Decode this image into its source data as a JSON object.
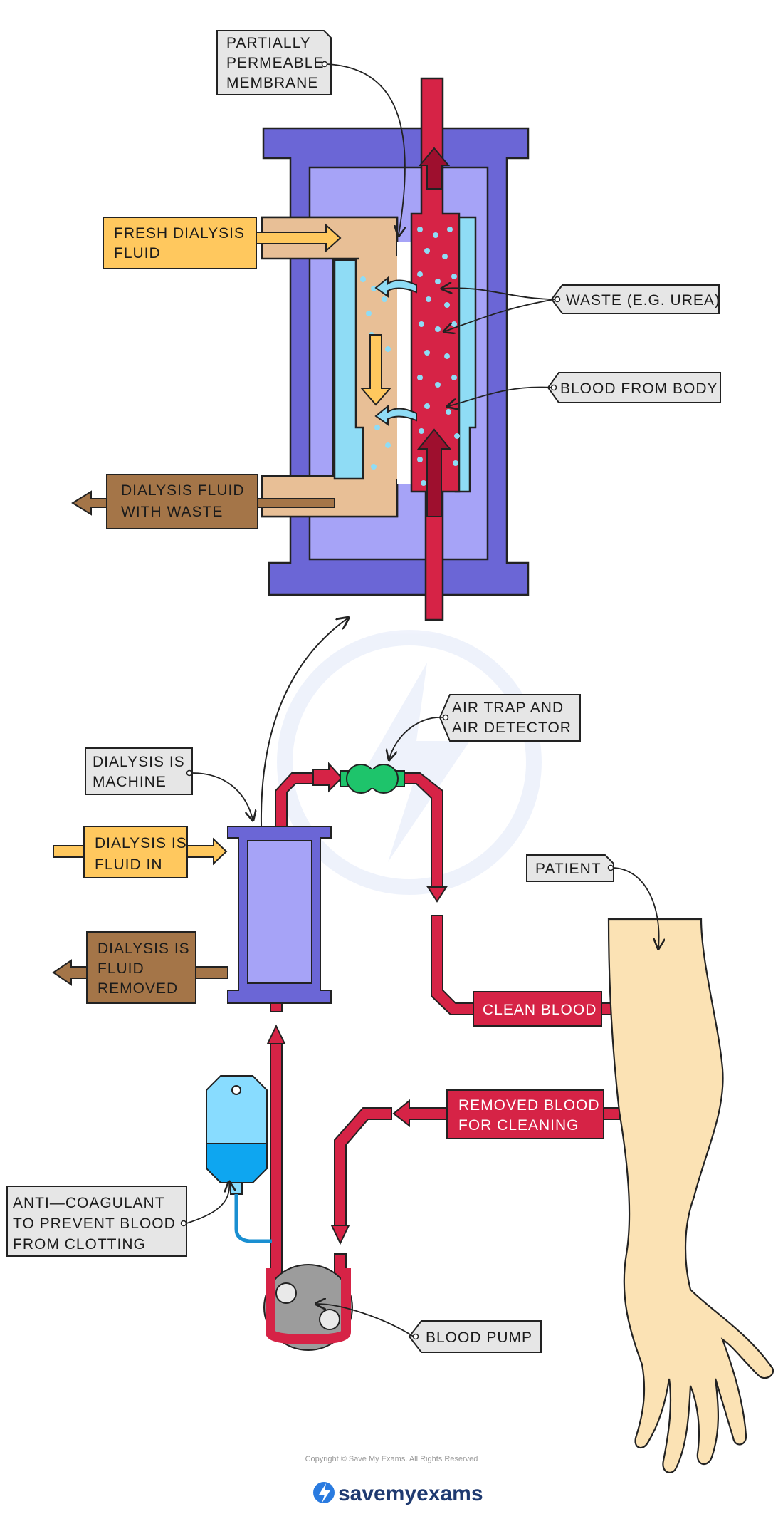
{
  "labels": {
    "membrane": [
      "PARTIALLY",
      "PERMEABLE",
      "MEMBRANE"
    ],
    "fresh_fluid": [
      "FRESH   DIALYSIS",
      "FLUID"
    ],
    "waste": "WASTE  (E.G. UREA)",
    "blood_from_body": "BLOOD   FROM  BODY",
    "fluid_with_waste": [
      "DIALYSIS  FLUID",
      "WITH   WASTE"
    ],
    "air_trap": [
      "AIR  TRAP  AND",
      "AIR  DETECTOR"
    ],
    "machine": [
      "DIALYSIS  IS",
      "MACHINE"
    ],
    "fluid_in": [
      "DIALYSIS  IS",
      "FLUID   IN"
    ],
    "fluid_removed": [
      "DIALYSIS  IS",
      "FLUID",
      "REMOVED"
    ],
    "patient": "PATIENT",
    "clean_blood": "CLEAN   BLOOD",
    "removed_blood": [
      "REMOVED  BLOOD",
      "FOR   CLEANING"
    ],
    "anticoagulant": [
      "ANTI—COAGULANT",
      "TO   PREVENT   BLOOD",
      "FROM   CLOTTING"
    ],
    "blood_pump": "BLOOD   PUMP"
  },
  "footer": {
    "copyright": "Copyright © Save My Exams. All Rights Reserved",
    "brand": "savemyexams"
  },
  "colors": {
    "casing": "#6b66d6",
    "inner": "#a6a3f7",
    "dialysate": "#e8bf96",
    "blood": "#d62346",
    "blood_dark": "#9e0f2e",
    "membrane_blue": "#8fdcf5",
    "fresh_box": "#ffc85e",
    "waste_box": "#a47548",
    "label_box": "#e6e6e6",
    "skin": "#fbe2b4",
    "air_trap": "#1ec46b",
    "pump": "#9c9c9c",
    "bag": "#88dcff"
  },
  "icons": [
    "droplet-logo-icon",
    "waste-particles",
    "blood-arrows"
  ]
}
